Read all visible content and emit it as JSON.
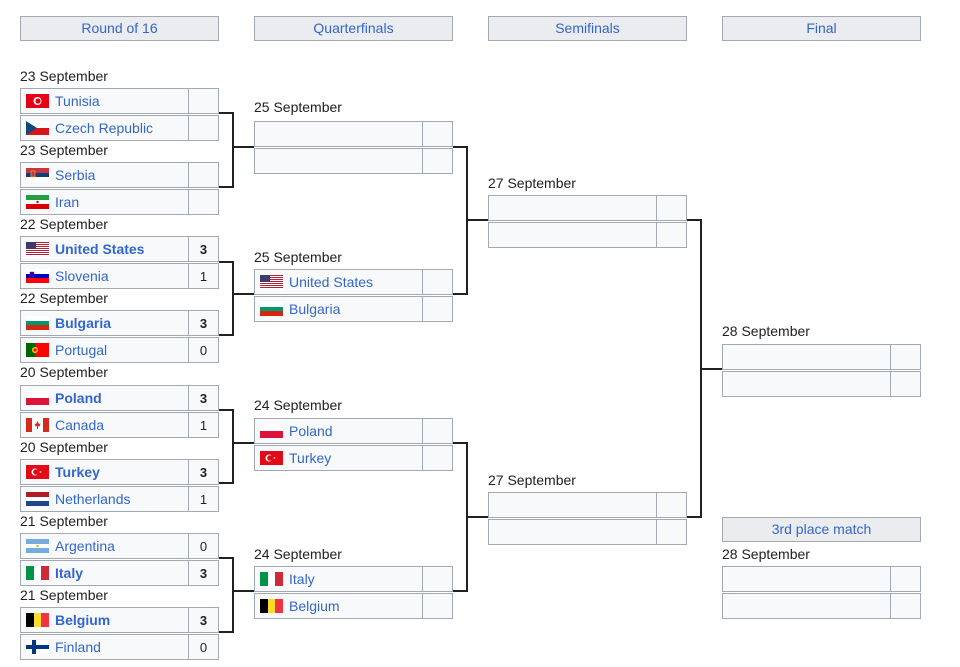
{
  "rounds": [
    "Round of 16",
    "Quarterfinals",
    "Semifinals",
    "Final"
  ],
  "third_place_label": "3rd place match",
  "r16": [
    {
      "date": "23 September",
      "teams": [
        {
          "name": "Tunisia",
          "flag": "tunisia-flag-icon",
          "score": "",
          "winner": false
        },
        {
          "name": "Czech Republic",
          "flag": "czech-republic-flag-icon",
          "score": "",
          "winner": false
        }
      ]
    },
    {
      "date": "23 September",
      "teams": [
        {
          "name": "Serbia",
          "flag": "serbia-flag-icon",
          "score": "",
          "winner": false
        },
        {
          "name": "Iran",
          "flag": "iran-flag-icon",
          "score": "",
          "winner": false
        }
      ]
    },
    {
      "date": "22 September",
      "teams": [
        {
          "name": "United States",
          "flag": "united-states-flag-icon",
          "score": "3",
          "winner": true
        },
        {
          "name": "Slovenia",
          "flag": "slovenia-flag-icon",
          "score": "1",
          "winner": false
        }
      ]
    },
    {
      "date": "22 September",
      "teams": [
        {
          "name": "Bulgaria",
          "flag": "bulgaria-flag-icon",
          "score": "3",
          "winner": true
        },
        {
          "name": "Portugal",
          "flag": "portugal-flag-icon",
          "score": "0",
          "winner": false
        }
      ]
    },
    {
      "date": "20 September",
      "teams": [
        {
          "name": "Poland",
          "flag": "poland-flag-icon",
          "score": "3",
          "winner": true
        },
        {
          "name": "Canada",
          "flag": "canada-flag-icon",
          "score": "1",
          "winner": false
        }
      ]
    },
    {
      "date": "20 September",
      "teams": [
        {
          "name": "Turkey",
          "flag": "turkey-flag-icon",
          "score": "3",
          "winner": true
        },
        {
          "name": "Netherlands",
          "flag": "netherlands-flag-icon",
          "score": "1",
          "winner": false
        }
      ]
    },
    {
      "date": "21 September",
      "teams": [
        {
          "name": "Argentina",
          "flag": "argentina-flag-icon",
          "score": "0",
          "winner": false
        },
        {
          "name": "Italy",
          "flag": "italy-flag-icon",
          "score": "3",
          "winner": true
        }
      ]
    },
    {
      "date": "21 September",
      "teams": [
        {
          "name": "Belgium",
          "flag": "belgium-flag-icon",
          "score": "3",
          "winner": true
        },
        {
          "name": "Finland",
          "flag": "finland-flag-icon",
          "score": "0",
          "winner": false
        }
      ]
    }
  ],
  "qf": [
    {
      "date": "25 September",
      "teams": [
        {
          "name": "",
          "flag": "",
          "score": "",
          "winner": false
        },
        {
          "name": "",
          "flag": "",
          "score": "",
          "winner": false
        }
      ]
    },
    {
      "date": "25 September",
      "teams": [
        {
          "name": "United States",
          "flag": "united-states-flag-icon",
          "score": "",
          "winner": false
        },
        {
          "name": "Bulgaria",
          "flag": "bulgaria-flag-icon",
          "score": "",
          "winner": false
        }
      ]
    },
    {
      "date": "24 September",
      "teams": [
        {
          "name": "Poland",
          "flag": "poland-flag-icon",
          "score": "",
          "winner": false
        },
        {
          "name": "Turkey",
          "flag": "turkey-flag-icon",
          "score": "",
          "winner": false
        }
      ]
    },
    {
      "date": "24 September",
      "teams": [
        {
          "name": "Italy",
          "flag": "italy-flag-icon",
          "score": "",
          "winner": false
        },
        {
          "name": "Belgium",
          "flag": "belgium-flag-icon",
          "score": "",
          "winner": false
        }
      ]
    }
  ],
  "sf": [
    {
      "date": "27 September",
      "teams": [
        {
          "name": "",
          "flag": "",
          "score": "",
          "winner": false
        },
        {
          "name": "",
          "flag": "",
          "score": "",
          "winner": false
        }
      ]
    },
    {
      "date": "27 September",
      "teams": [
        {
          "name": "",
          "flag": "",
          "score": "",
          "winner": false
        },
        {
          "name": "",
          "flag": "",
          "score": "",
          "winner": false
        }
      ]
    }
  ],
  "final": [
    {
      "date": "28 September",
      "teams": [
        {
          "name": "",
          "flag": "",
          "score": "",
          "winner": false
        },
        {
          "name": "",
          "flag": "",
          "score": "",
          "winner": false
        }
      ]
    }
  ],
  "third": [
    {
      "date": "28 September",
      "teams": [
        {
          "name": "",
          "flag": "",
          "score": "",
          "winner": false
        },
        {
          "name": "",
          "flag": "",
          "score": "",
          "winner": false
        }
      ]
    }
  ]
}
